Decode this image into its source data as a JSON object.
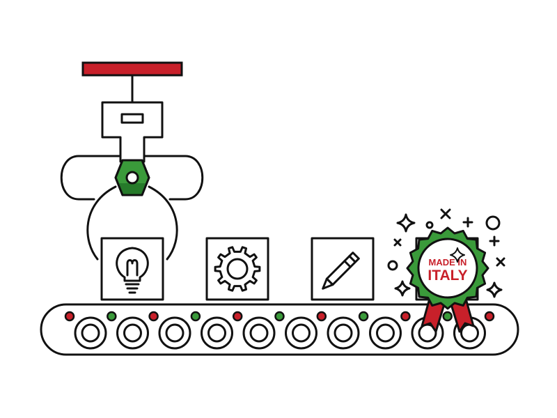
{
  "illustration": {
    "subject": "conveyor-production-line",
    "colors": {
      "outline": "#111111",
      "background": "#ffffff",
      "red": "#c8202a",
      "green": "#3a9a3a",
      "dark_green": "#267a2a"
    },
    "items_on_belt": [
      "lightbulb-icon",
      "gear-icon",
      "pencil-icon",
      "made-in-italy-badge"
    ],
    "roller_count": 10,
    "indicator_lights": [
      "red",
      "green",
      "red",
      "green",
      "red",
      "green",
      "red",
      "green",
      "red",
      "green",
      "red"
    ]
  },
  "badge": {
    "line1": "MADE IN",
    "line2": "ITALY"
  }
}
